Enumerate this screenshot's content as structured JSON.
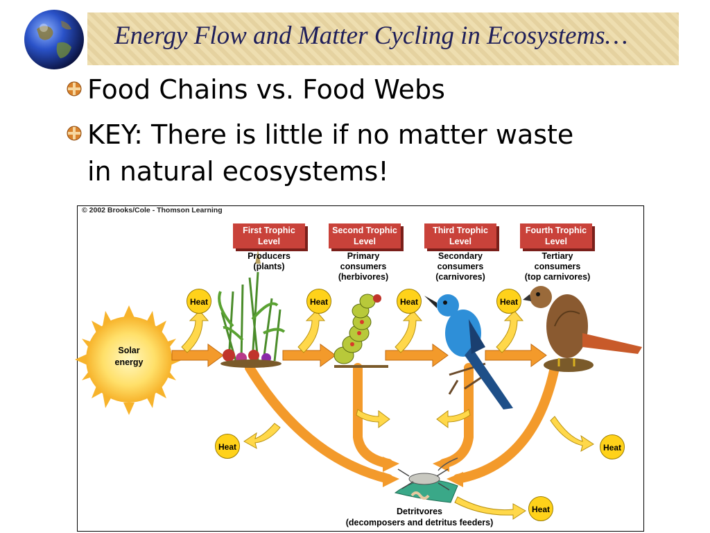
{
  "slide": {
    "title": "Energy Flow and Matter Cycling in Ecosystems…",
    "bullets": [
      {
        "line1": "Food Chains vs. Food Webs"
      },
      {
        "line1": "KEY:  There is little if no matter waste",
        "line2": "in natural ecosystems!"
      }
    ]
  },
  "diagram": {
    "copyright": "© 2002 Brooks/Cole - Thomson Learning",
    "levels": [
      {
        "title_l1": "First  Trophic",
        "title_l2": "Level",
        "desc": [
          "Producers",
          "(plants)"
        ]
      },
      {
        "title_l1": "Second  Trophic",
        "title_l2": "Level",
        "desc": [
          "Primary",
          "consumers",
          "(herbivores)"
        ]
      },
      {
        "title_l1": "Third  Trophic",
        "title_l2": "Level",
        "desc": [
          "Secondary",
          "consumers",
          "(carnivores)"
        ]
      },
      {
        "title_l1": "Fourth  Trophic",
        "title_l2": "Level",
        "desc": [
          "Tertiary",
          "consumers",
          "(top carnivores)"
        ]
      }
    ],
    "sun_label_l1": "Solar",
    "sun_label_l2": "energy",
    "heat_label": "Heat",
    "detritivores_l1": "Detritvores",
    "detritivores_l2": "(decomposers and detritus feeders)",
    "colors": {
      "arrow": "#f39a2b",
      "heat": "#ffd21a",
      "level_box": "#c9423a",
      "title_bar": "#ecd9a5",
      "title_text": "#1f1f5a"
    }
  }
}
